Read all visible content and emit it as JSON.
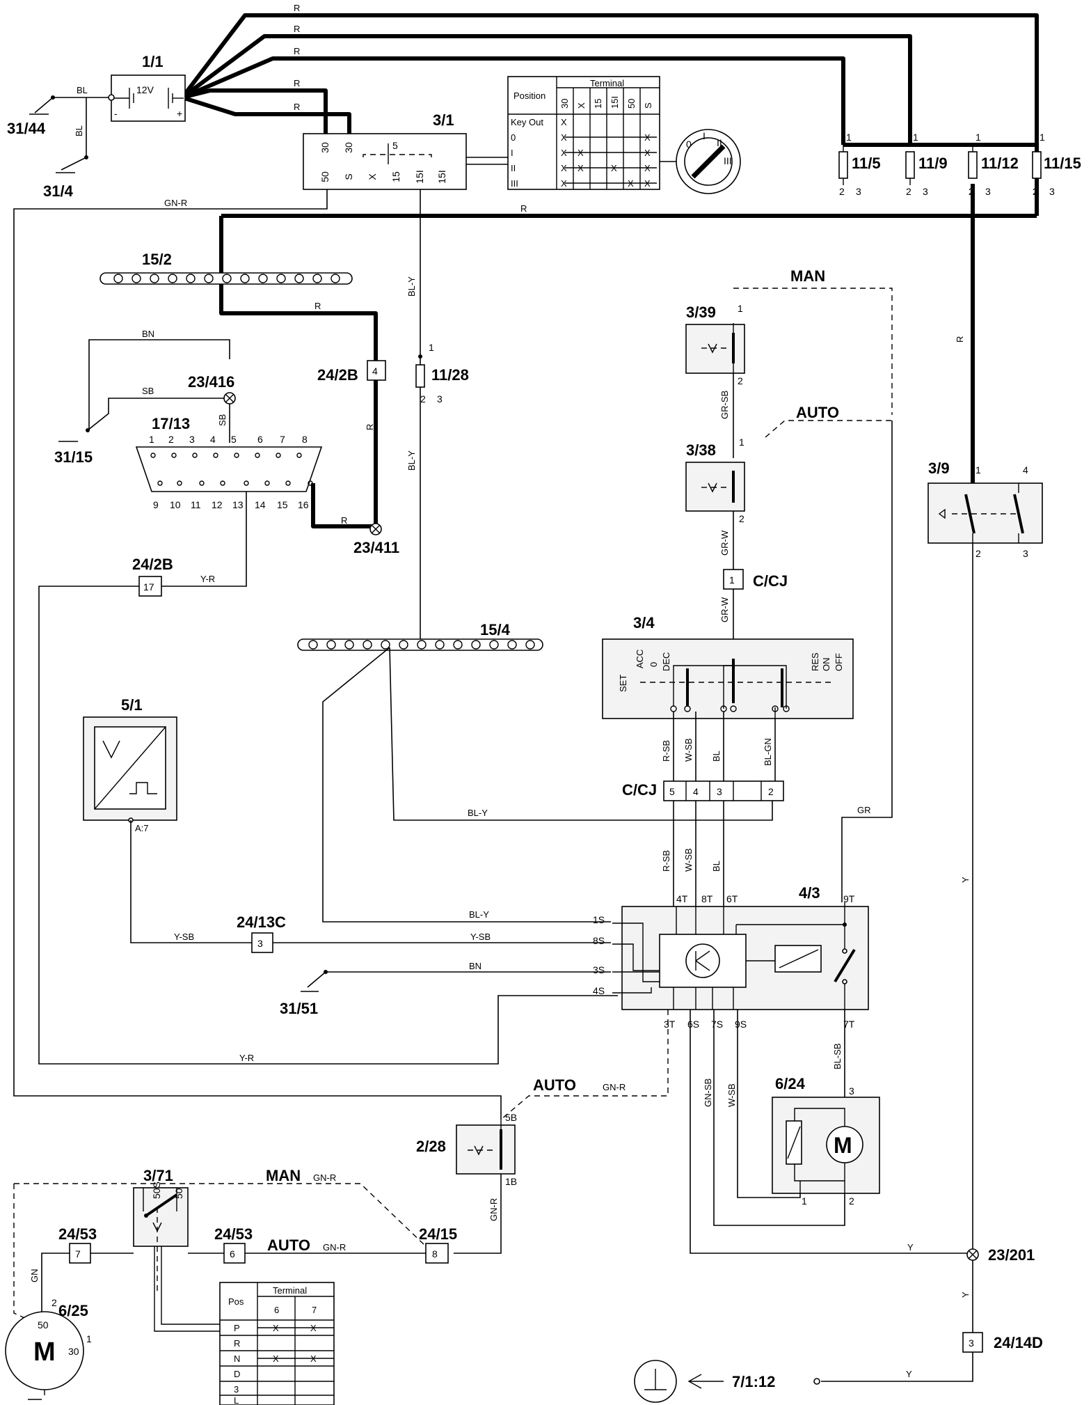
{
  "components": {
    "battery": "1/1",
    "battery_v": "12V",
    "ign_switch": "3/1",
    "fuse_11_5": "11/5",
    "fuse_11_9": "11/9",
    "fuse_11_12": "11/12",
    "fuse_11_15": "11/15",
    "bus_15_2": "15/2",
    "bus_15_4": "15/4",
    "g31_44": "31/44",
    "g31_4": "31/4",
    "g31_15": "31/15",
    "g31_51": "31/51",
    "c23_416": "23/416",
    "dlc": "17/13",
    "c23_411": "23/411",
    "c24_2b_a": "24/2B",
    "c24_2b_b": "24/2B",
    "fuse_11_28": "11/28",
    "sw_3_39": "3/39",
    "sw_3_38": "3/38",
    "sw_3_9": "3/9",
    "cc_switch": "3/4",
    "ccj1": "C/CJ",
    "ccj2": "C/CJ",
    "speedo": "5/1",
    "c24_13c": "24/13C",
    "cc_module": "4/3",
    "vacuum_pump": "6/24",
    "sw_2_28": "2/28",
    "sw_3_71": "3/71",
    "c24_53a": "24/53",
    "c24_53b": "24/53",
    "c24_15": "24/15",
    "starter": "6/25",
    "c23_201": "23/201",
    "c24_14d": "24/14D",
    "ref_7_1_12": "7/1:12"
  },
  "modes": {
    "man": "MAN",
    "auto": "AUTO"
  },
  "wire_colors": {
    "r": "R",
    "bl": "BL",
    "gnr": "GN-R",
    "bly": "BL-Y",
    "bn": "BN",
    "sb": "SB",
    "yr": "Y-R",
    "grsb": "GR-SB",
    "grw": "GR-W",
    "rsb": "R-SB",
    "wsb": "W-SB",
    "blgn": "BL-GN",
    "gr": "GR",
    "ysb": "Y-SB",
    "blsb": "BL-SB",
    "gnsb": "GN-SB",
    "y": "Y",
    "gn": "GN"
  },
  "terminals": {
    "t30": "30",
    "t50": "50",
    "ts": "S",
    "tx": "X",
    "t15": "15",
    "t15i": "15I",
    "t1": "1",
    "t2": "2",
    "t3": "3",
    "t4": "4",
    "t5": "5",
    "t6": "6",
    "t7": "7",
    "t8": "8",
    "t9": "9",
    "t10": "10",
    "t11": "11",
    "t12": "12",
    "t13": "13",
    "t14": "14",
    "t15n": "15",
    "t16": "16",
    "t17": "17",
    "s1": "1S",
    "s8": "8S",
    "s3": "3S",
    "s4": "4S",
    "t4t": "4T",
    "t8t": "8T",
    "t6t": "6T",
    "t9t": "9T",
    "t3t": "3T",
    "t6s": "6S",
    "t7s": "7S",
    "t9s": "9S",
    "t7t": "7T",
    "b5": "5B",
    "b1": "1B",
    "a7": "A:7",
    "s50s": "50S",
    "m": "M",
    "minus": "-",
    "plus": "+"
  },
  "ign_table": {
    "header_pos": "Position",
    "header_term": "Terminal",
    "cols": [
      "30",
      "X",
      "15",
      "15I",
      "50",
      "S"
    ],
    "rows": [
      "Key Out",
      "0",
      "I",
      "II",
      "III"
    ]
  },
  "cc_switch_labels": {
    "set": "SET",
    "acc": "ACC",
    "zero": "0",
    "dec": "DEC",
    "res": "RES",
    "on": "ON",
    "off": "OFF"
  },
  "gear_table": {
    "header_pos": "Pos",
    "header_term": "Terminal",
    "cols": [
      "6",
      "7"
    ],
    "rows": [
      "P",
      "R",
      "N",
      "D",
      "3",
      "L"
    ]
  }
}
